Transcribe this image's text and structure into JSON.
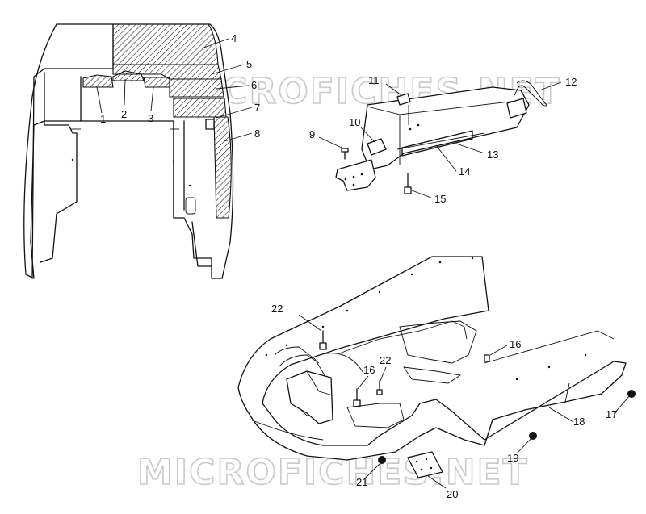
{
  "watermarks": {
    "top": "MICROFICHES.NET",
    "bottom": "MICROFICHES.NET"
  },
  "callouts": [
    "1",
    "2",
    "3",
    "4",
    "5",
    "6",
    "7",
    "8",
    "9",
    "10",
    "11",
    "12",
    "13",
    "14",
    "15",
    "16",
    "16",
    "17",
    "18",
    "19",
    "20",
    "21",
    "22",
    "22"
  ],
  "colors": {
    "line": "#111111",
    "watermark": "#c9c9c9",
    "fastener": "#111111"
  }
}
